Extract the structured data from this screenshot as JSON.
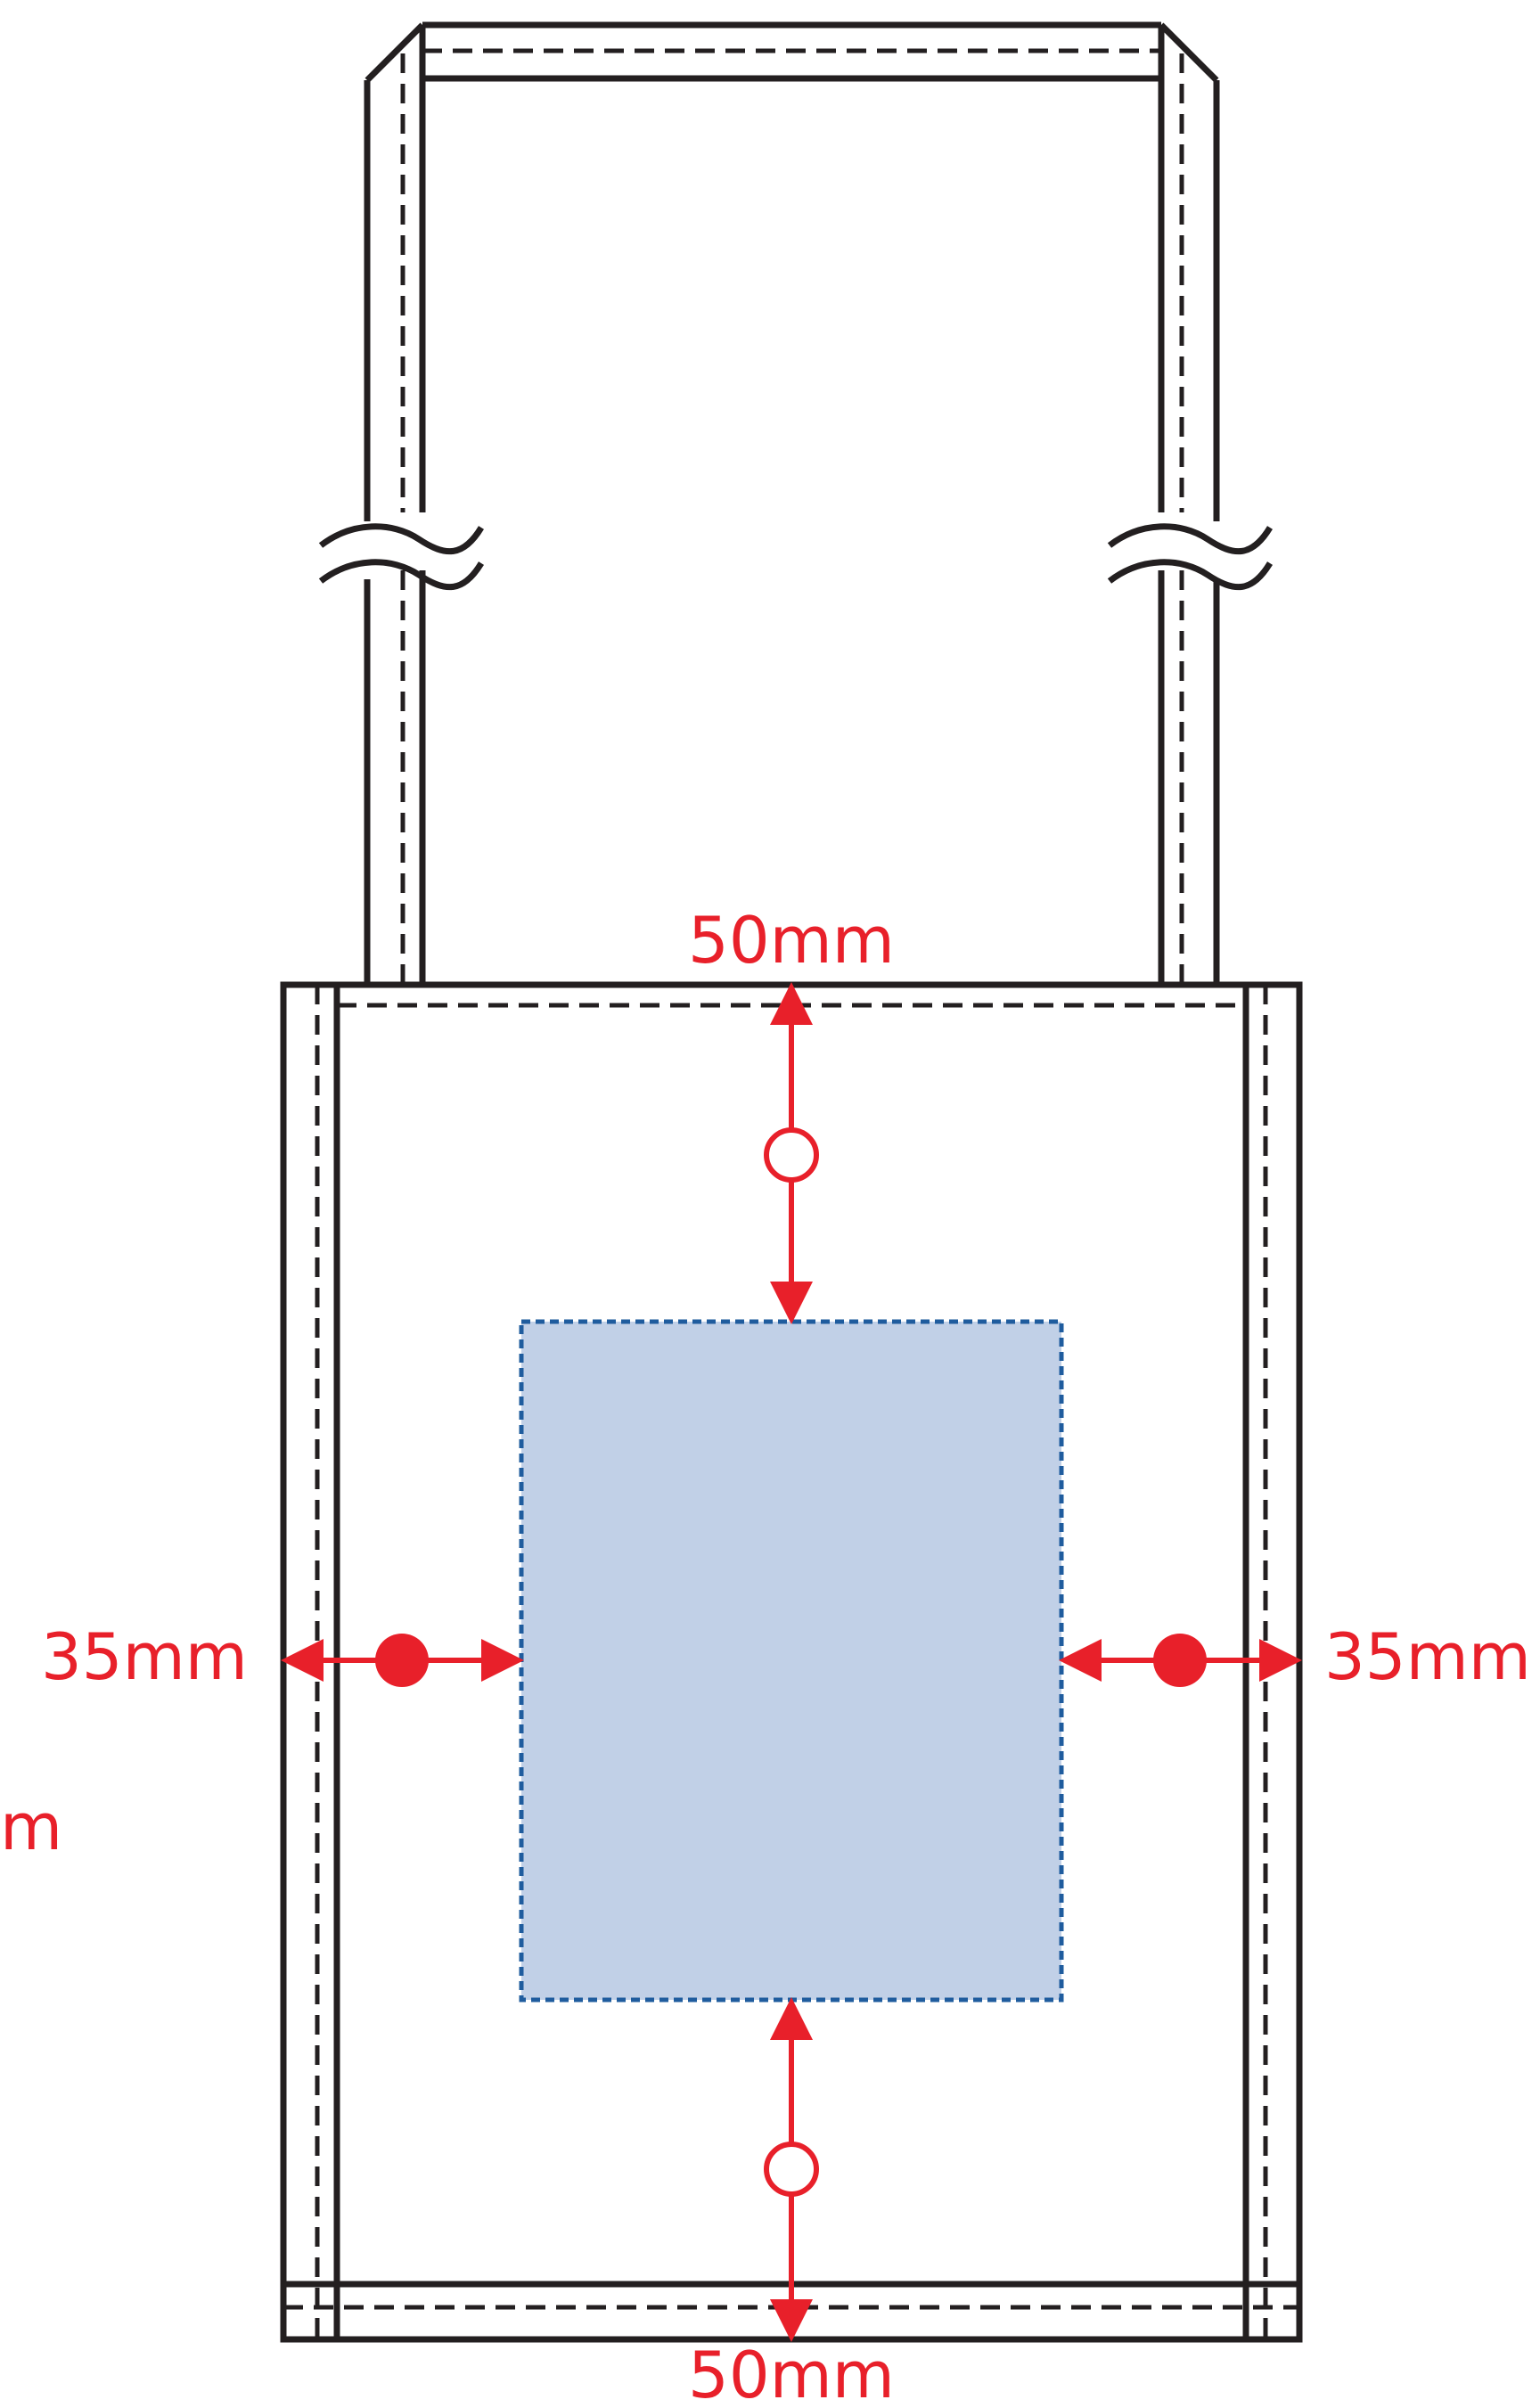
{
  "labels": {
    "top_margin": "50mm",
    "left_margin": "35mm",
    "right_margin": "35mm",
    "bottom_margin": "50mm",
    "cut_off_fragment": "m"
  },
  "colors": {
    "outline": "#231f20",
    "dimension": "#e8202a",
    "print_area_fill": "#c1d0e7",
    "print_area_border": "#1f5c9e",
    "background": "#ffffff"
  },
  "markers": {
    "vertical": "open-circle",
    "horizontal": "filled-dot"
  }
}
